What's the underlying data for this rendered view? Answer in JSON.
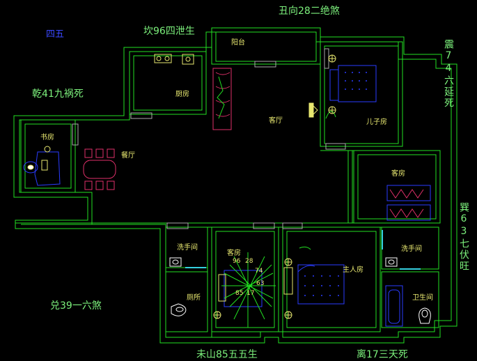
{
  "corner_label": "四五",
  "directions": {
    "top_center": "丑向28二绝煞",
    "top_left": "坎96四泄生",
    "left_upper": "乾41九祸死",
    "right_upper": "震74六延死",
    "right_middle": "巽63七伏旺",
    "left_lower": "兑39一六煞",
    "bottom_left": "未山85五五生",
    "bottom_right": "离17三天死"
  },
  "rooms": {
    "balcony": "阳台",
    "kitchen": "厨房",
    "living": "客厅",
    "study": "书房",
    "dining": "餐厅",
    "child": "儿子房",
    "guest_right": "客房",
    "master": "主人房",
    "wash_left": "洗手间",
    "wash_right": "洗手间",
    "toilet": "厕所",
    "guest_center": "客房",
    "bath": "卫生间"
  },
  "grid_numbers": {
    "n96": "96",
    "n28": "28",
    "n74": "74",
    "n63": "63",
    "n85": "85",
    "n17": "17"
  },
  "colors": {
    "wall": "#22e022",
    "label": "#e8e870",
    "direction": "#7cf07c",
    "furniture_blue": "#2a3cff",
    "furniture_red": "#e0306a"
  }
}
